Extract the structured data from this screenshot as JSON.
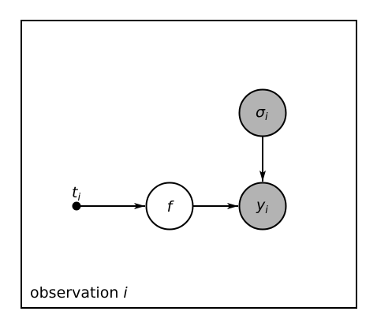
{
  "plate": {
    "label": "observation",
    "index": "i"
  },
  "nodes": {
    "t": {
      "symbol": "t",
      "subscript": "i",
      "kind": "point"
    },
    "f": {
      "symbol": "f",
      "subscript": "",
      "kind": "latent"
    },
    "y": {
      "symbol": "y",
      "subscript": "i",
      "kind": "observed"
    },
    "sigma": {
      "symbol": "σ",
      "subscript": "i",
      "kind": "observed"
    }
  },
  "edges": [
    {
      "from": "t",
      "to": "f"
    },
    {
      "from": "f",
      "to": "y"
    },
    {
      "from": "sigma",
      "to": "y"
    }
  ],
  "colors": {
    "observed_fill": "#b3b3b3",
    "latent_fill": "#ffffff",
    "stroke": "#000000"
  }
}
